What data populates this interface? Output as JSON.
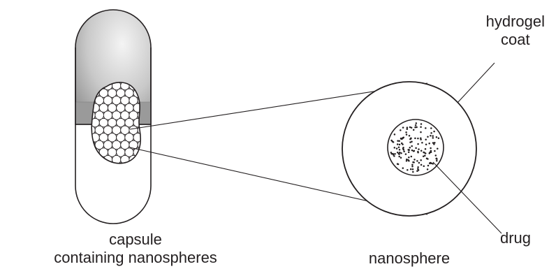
{
  "labels": {
    "capsule_line1": "capsule",
    "capsule_line2": "containing nanospheres",
    "nanosphere": "nanosphere",
    "hydrogel_line1": "hydrogel",
    "hydrogel_line2": "coat",
    "drug": "drug"
  },
  "colors": {
    "ink": "#231f20",
    "capsule_cap_dark": "#8c8c8c",
    "capsule_cap_light": "#e6e6e6",
    "capsule_band": "#9a9a9a",
    "background": "#ffffff"
  }
}
